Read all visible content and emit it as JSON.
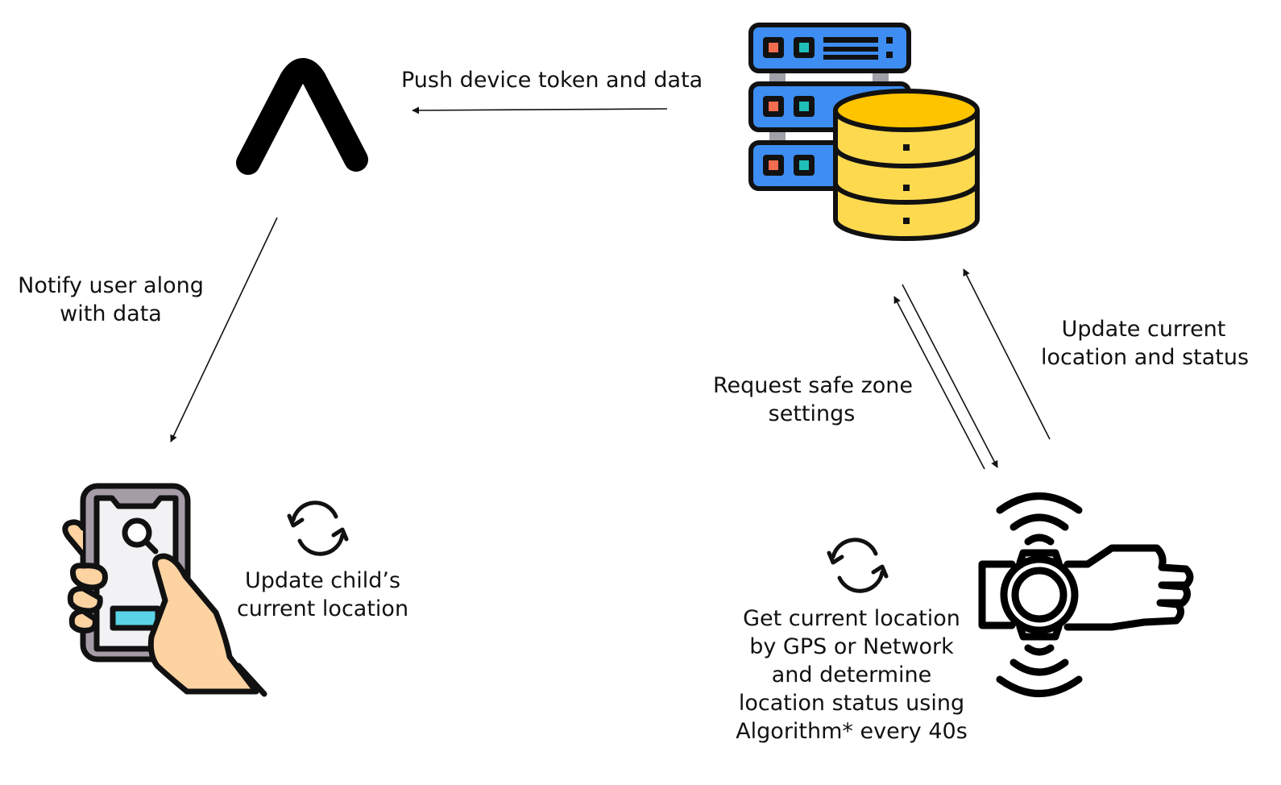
{
  "labels": {
    "push": "Push device token and data",
    "notify": [
      "Notify user along",
      "with data"
    ],
    "update_child": [
      "Update child’s",
      "current location"
    ],
    "request": [
      "Request safe zone",
      "settings"
    ],
    "update_status": [
      "Update current",
      "location and status"
    ],
    "get_location": [
      "Get current location",
      "by GPS or Network",
      "and determine",
      "location status using",
      "Algorithm* every 40s"
    ]
  },
  "icons": [
    "expo-caret-icon",
    "server-database-icon",
    "hand-phone-search-icon",
    "refresh-cycle-icon",
    "smartwatch-wrist-icon"
  ],
  "colors": {
    "server_blue": "#3d8df2",
    "db_yellow": "#fcd94f",
    "db_yellow_top": "#ffc400",
    "skin": "#fdd3a2",
    "screen_cyan": "#5bd3e6",
    "phone_frame": "#a59ca8",
    "orange_dot": "#f26c4f",
    "teal_dot": "#1fbfb8"
  }
}
